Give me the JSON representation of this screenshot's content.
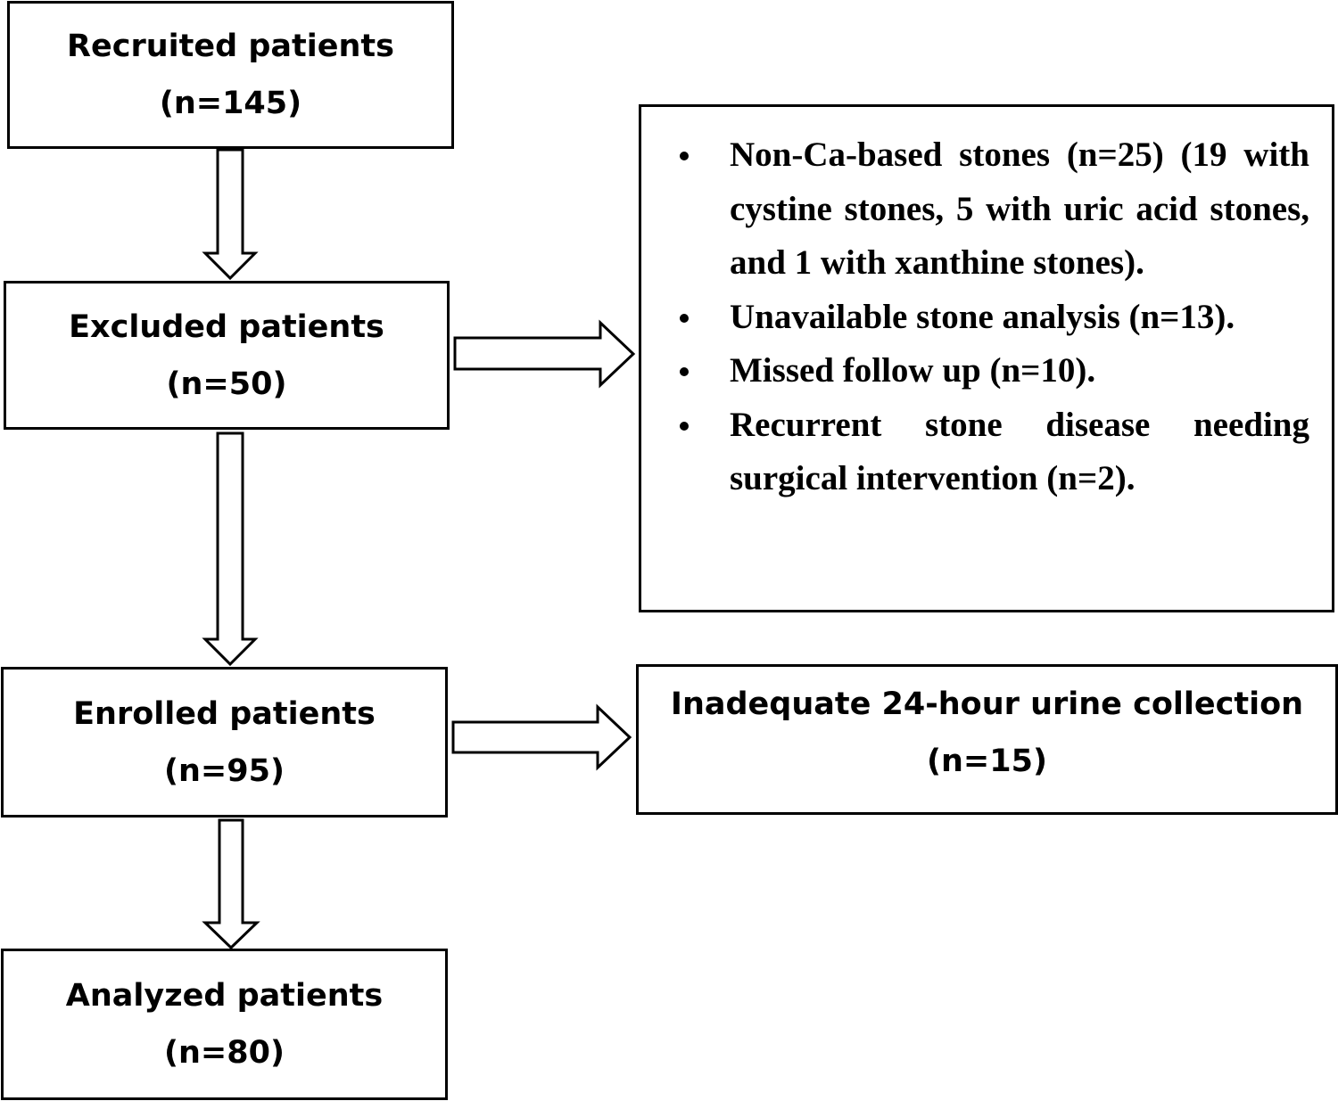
{
  "recruited": {
    "title": "Recruited patients",
    "count": "(n=145)"
  },
  "excluded": {
    "title": "Excluded patients",
    "count": "(n=50)"
  },
  "exclusion_reasons": [
    "Non-Ca-based stones (n=25) (19 with cystine stones, 5 with uric acid stones, and 1 with xanthine stones).",
    "Unavailable stone analysis (n=13).",
    "Missed follow up (n=10).",
    "Recurrent stone disease needing surgical intervention (n=2)."
  ],
  "enrolled": {
    "title": "Enrolled patients",
    "count": "(n=95)"
  },
  "inadequate": {
    "title": "Inadequate 24-hour urine collection",
    "count": "(n=15)"
  },
  "analyzed": {
    "title": "Analyzed patients",
    "count": "(n=80)"
  }
}
